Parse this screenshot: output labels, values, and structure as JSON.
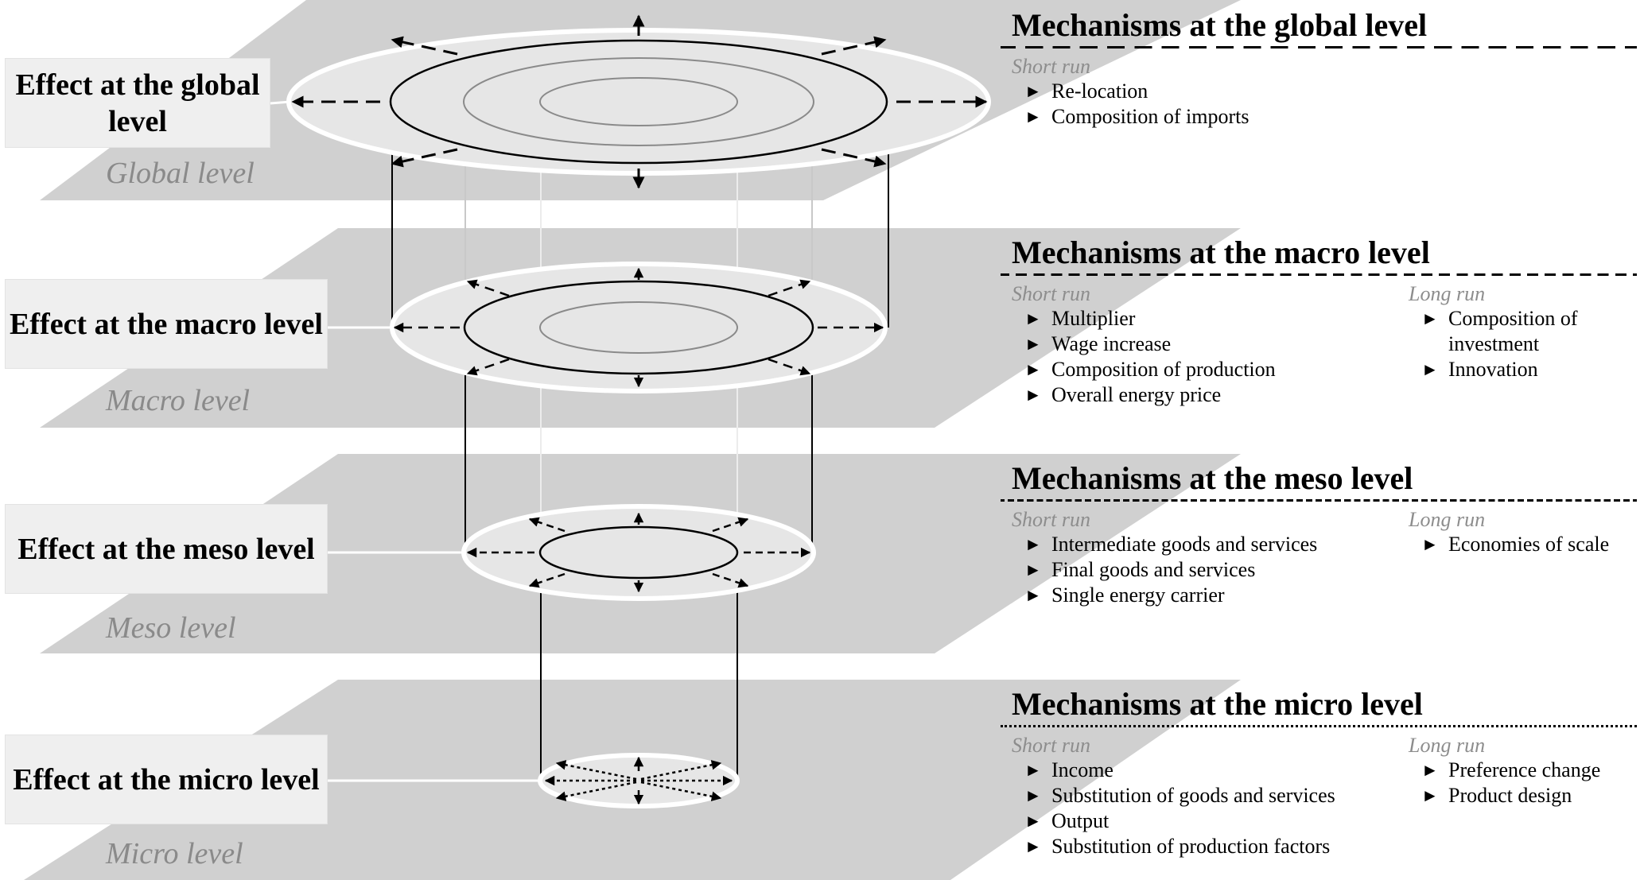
{
  "levels": [
    {
      "key": "global",
      "effect_label": "Effect at the global level",
      "level_label": "Global level"
    },
    {
      "key": "macro",
      "effect_label": "Effect at the macro level",
      "level_label": "Macro level"
    },
    {
      "key": "meso",
      "effect_label": "Effect at the meso level",
      "level_label": "Meso level"
    },
    {
      "key": "micro",
      "effect_label": "Effect at the micro level",
      "level_label": "Micro level"
    }
  ],
  "mechanisms": {
    "global": {
      "title": "Mechanisms at the global level",
      "short_run_label": "Short run",
      "short_run": [
        "Re-location",
        "Composition of imports"
      ]
    },
    "macro": {
      "title": "Mechanisms at the macro level",
      "short_run_label": "Short run",
      "short_run": [
        "Multiplier",
        "Wage increase",
        "Composition of production",
        "Overall energy price"
      ],
      "long_run_label": "Long run",
      "long_run": [
        "Composition of investment",
        "Innovation"
      ]
    },
    "meso": {
      "title": "Mechanisms at the meso level",
      "short_run_label": "Short run",
      "short_run": [
        "Intermediate goods and services",
        "Final goods and services",
        "Single energy carrier"
      ],
      "long_run_label": "Long run",
      "long_run": [
        "Economies of scale"
      ]
    },
    "micro": {
      "title": "Mechanisms at the micro level",
      "short_run_label": "Short run",
      "short_run": [
        "Income",
        "Substitution of goods and services",
        "Output",
        "Substitution of production factors"
      ],
      "long_run_label": "Long run",
      "long_run": [
        "Preference change",
        "Product design"
      ]
    }
  },
  "bullet_glyph": "►",
  "colors": {
    "plane": "#d0d0d0",
    "ellipse_fill": "#e6e6e6",
    "effect_box": "#efefef",
    "level_label": "#8a8a8a",
    "run_label": "#8d8d8d"
  }
}
